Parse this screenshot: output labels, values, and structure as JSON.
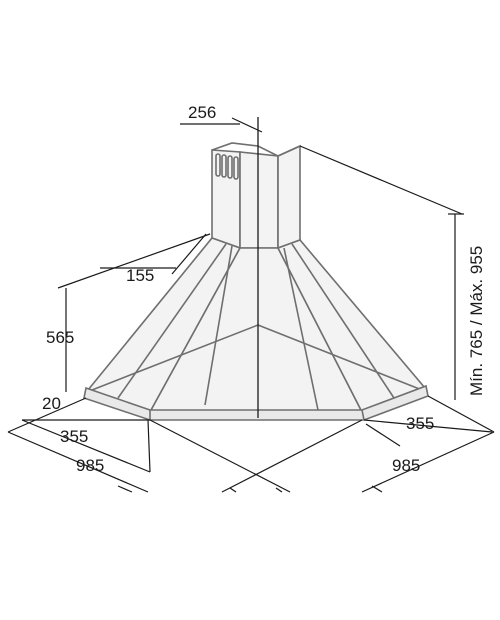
{
  "dimensions": {
    "chimney_width": "256",
    "chimney_depth": "155",
    "body_height": "565",
    "rim_height": "20",
    "side_depth_left": "355",
    "side_depth_right": "355",
    "width_left": "985",
    "width_right": "985",
    "height_range": "Mín. 765 / Máx. 955"
  },
  "colors": {
    "outline": "#6f6f6f",
    "dimension_line": "#1a1a1a"
  }
}
